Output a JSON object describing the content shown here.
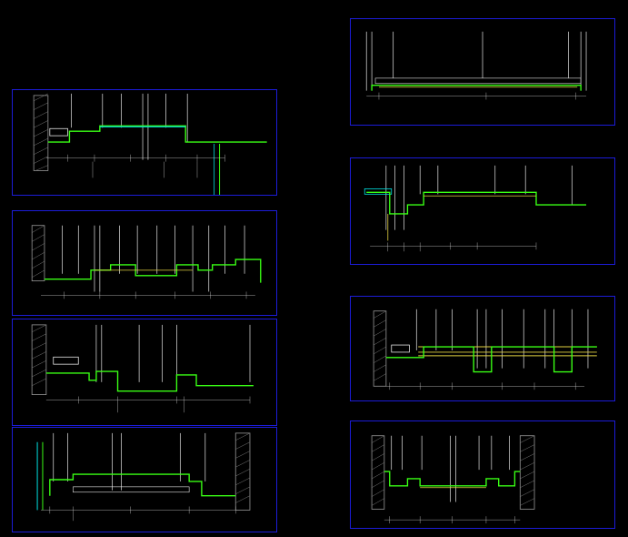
{
  "canvas": {
    "background": "#000000",
    "frame_color": "#1c1cd8"
  },
  "colors": {
    "wall_hatch": "#9a9a9a",
    "stud": "#e8e8e8",
    "board": "#39ff14",
    "board_dark": "#1fae1f",
    "cyan": "#00e5e5",
    "yellow": "#e0d040",
    "dim": "#d0d0d0",
    "orange": "#ff8a1f"
  },
  "drawings": [
    {
      "id": "detail-1",
      "type": "ceiling-drop-section",
      "annotations": []
    },
    {
      "id": "detail-2",
      "type": "ceiling-multi-slot-section",
      "annotations": []
    },
    {
      "id": "detail-3",
      "type": "ceiling-step-section",
      "annotations": []
    },
    {
      "id": "detail-4",
      "type": "ceiling-recess-section",
      "annotations": []
    },
    {
      "id": "detail-5",
      "type": "ceiling-flat-section",
      "annotations": []
    },
    {
      "id": "detail-6",
      "type": "ceiling-curtain-box-section",
      "annotations": []
    },
    {
      "id": "detail-7",
      "type": "ceiling-beam-section",
      "annotations": []
    },
    {
      "id": "detail-8",
      "type": "ceiling-light-trough-section",
      "annotations": []
    }
  ]
}
